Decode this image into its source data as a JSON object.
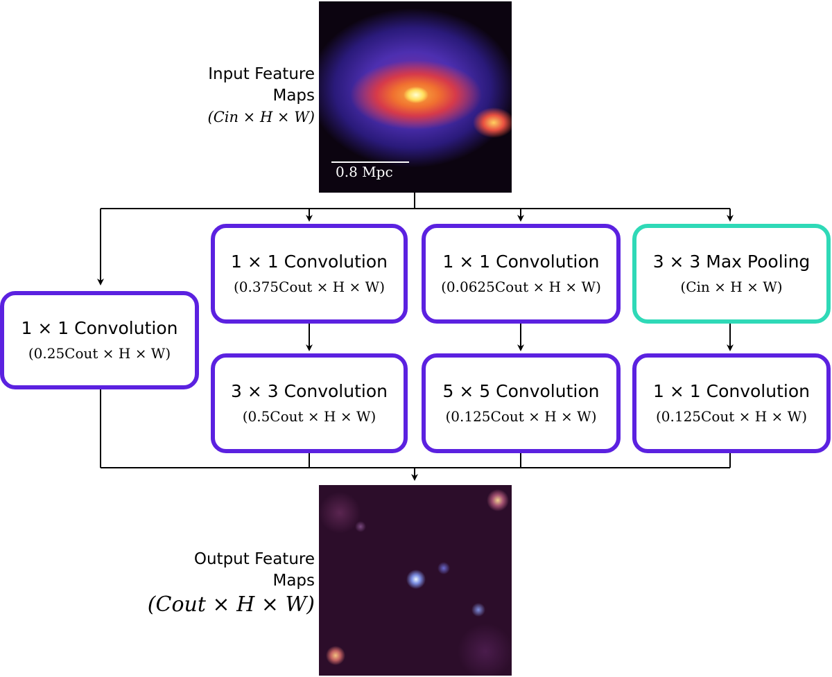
{
  "input": {
    "label_line1": "Input Feature",
    "label_line2": "Maps",
    "dims": "(Cin × H × W)",
    "scale_label": "0.8 Mpc"
  },
  "output": {
    "label_line1": "Output Feature",
    "label_line2": "Maps",
    "dims": "(Cout × H × W)"
  },
  "branches": [
    {
      "op": "1 × 1 Convolution",
      "dims": "(0.25Cout × H × W)"
    },
    {
      "op": "1 × 1 Convolution",
      "dims": "(0.375Cout × H × W)"
    },
    {
      "op": "3 × 3 Convolution",
      "dims": "(0.5Cout × H × W)"
    },
    {
      "op": "1 × 1 Convolution",
      "dims": "(0.0625Cout × H × W)"
    },
    {
      "op": "5 × 5 Convolution",
      "dims": "(0.125Cout × H × W)"
    },
    {
      "op": "3 × 3 Max Pooling",
      "dims": "(Cin × H × W)"
    },
    {
      "op": "1 × 1 Convolution",
      "dims": "(0.125Cout × H × W)"
    }
  ],
  "colors": {
    "conv_border": "#5b21e0",
    "pool_border": "#2fd9b7",
    "wire": "#000000"
  }
}
